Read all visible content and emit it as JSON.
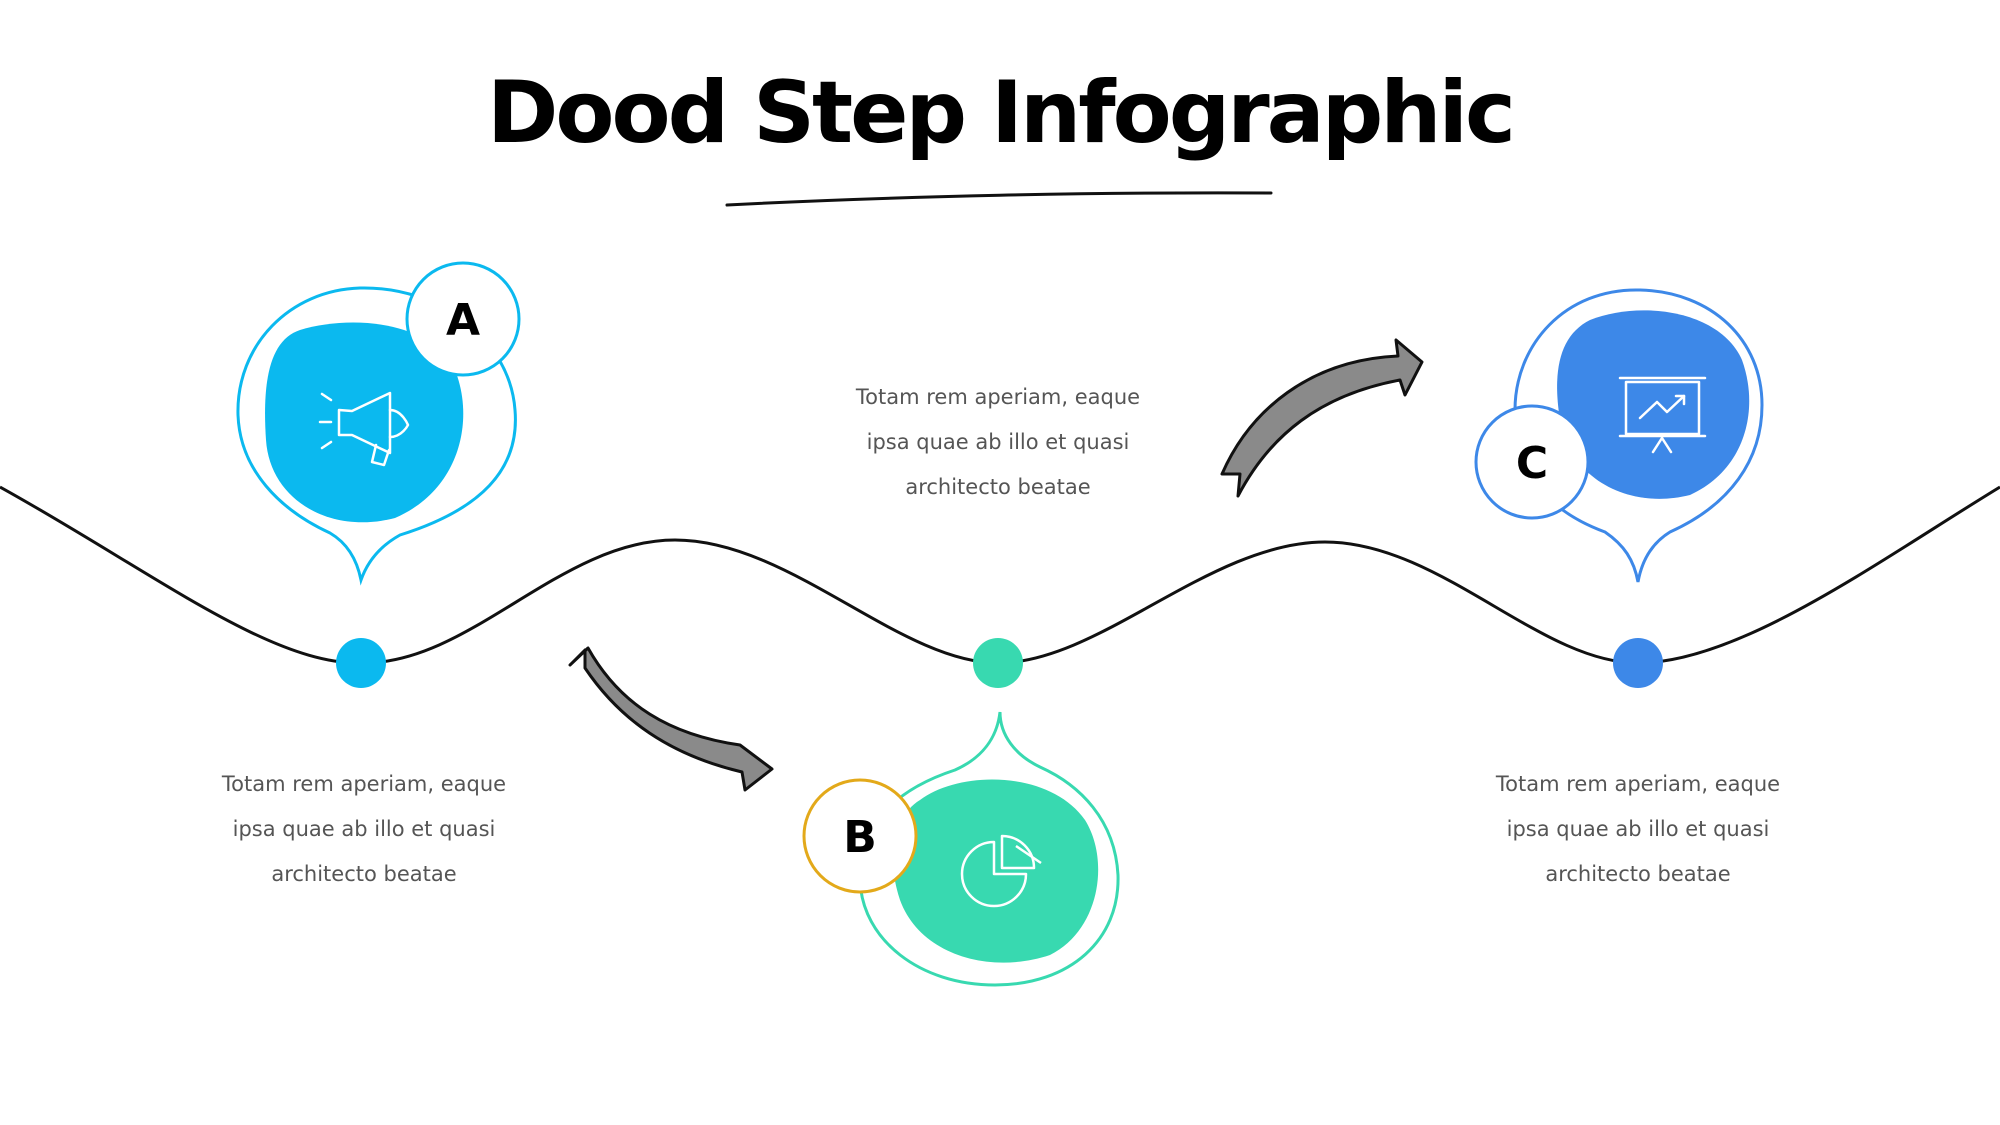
{
  "title": "Dood Step Infographic",
  "colors": {
    "step_a": "#0bb9ef",
    "step_b": "#38d9b0",
    "step_b_badge": "#e3a91a",
    "step_c": "#3d88e8",
    "arrow": "#8a8a8a",
    "line": "#111111",
    "text": "#555555"
  },
  "steps": [
    {
      "letter": "A",
      "icon": "megaphone-icon",
      "text_lines": [
        "Totam rem aperiam, eaque",
        "ipsa quae ab illo et quasi",
        "architecto beatae"
      ]
    },
    {
      "letter": "B",
      "icon": "pie-chart-icon",
      "text_lines": [
        "Totam rem aperiam, eaque",
        "ipsa quae ab illo et quasi",
        "architecto beatae"
      ]
    },
    {
      "letter": "C",
      "icon": "presentation-chart-icon",
      "text_lines": [
        "Totam rem aperiam, eaque",
        "ipsa quae ab illo et quasi",
        "architecto beatae"
      ]
    }
  ]
}
